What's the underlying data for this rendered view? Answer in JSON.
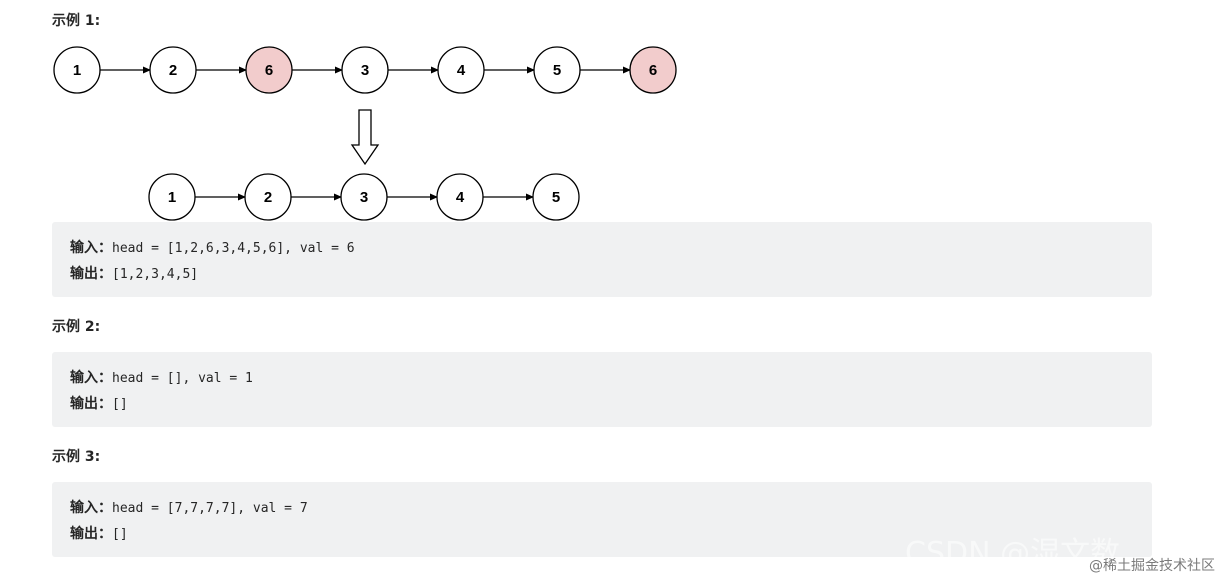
{
  "examples": [
    {
      "title": "示例 1:",
      "input_label": "输入：",
      "input_value": "head = [1,2,6,3,4,5,6], val = 6",
      "output_label": "输出：",
      "output_value": "[1,2,3,4,5]"
    },
    {
      "title": "示例 2:",
      "input_label": "输入：",
      "input_value": "head = [], val = 1",
      "output_label": "输出：",
      "output_value": "[]"
    },
    {
      "title": "示例 3:",
      "input_label": "输入：",
      "input_value": "head = [7,7,7,7], val = 7",
      "output_label": "输出：",
      "output_value": "[]"
    }
  ],
  "diagram": {
    "before_list": [
      {
        "value": "1",
        "removed": false
      },
      {
        "value": "2",
        "removed": false
      },
      {
        "value": "6",
        "removed": true
      },
      {
        "value": "3",
        "removed": false
      },
      {
        "value": "4",
        "removed": false
      },
      {
        "value": "5",
        "removed": false
      },
      {
        "value": "6",
        "removed": true
      }
    ],
    "after_list": [
      "1",
      "2",
      "3",
      "4",
      "5"
    ],
    "colors": {
      "removed_fill": "#f2cccc",
      "normal_fill": "#ffffff",
      "stroke": "#000000"
    }
  },
  "watermark": {
    "csdn": "CSDN @湿文数",
    "juejin": "@稀土掘金技术社区"
  }
}
